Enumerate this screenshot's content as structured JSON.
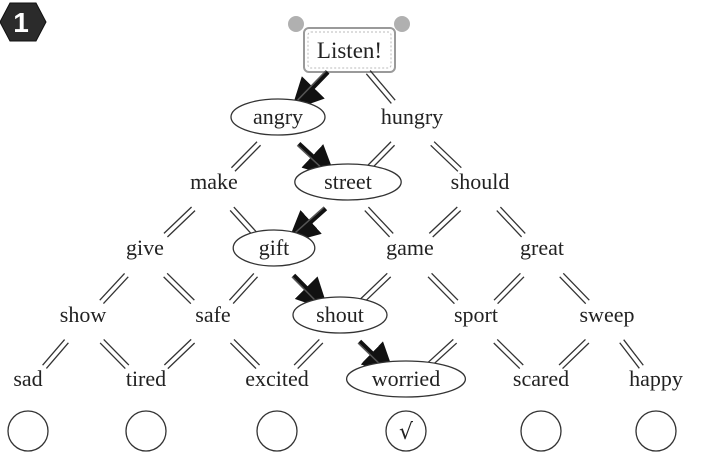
{
  "exercise": {
    "number": "1",
    "title": "Listen!"
  },
  "rows": [
    [
      "angry",
      "hungry"
    ],
    [
      "make",
      "street",
      "should"
    ],
    [
      "give",
      "gift",
      "game",
      "great"
    ],
    [
      "show",
      "safe",
      "shout",
      "sport",
      "sweep"
    ],
    [
      "sad",
      "tired",
      "excited",
      "worried",
      "scared",
      "happy"
    ]
  ],
  "path": [
    "angry",
    "street",
    "gift",
    "shout",
    "worried"
  ],
  "answers": [
    {
      "word": "sad",
      "mark": ""
    },
    {
      "word": "tired",
      "mark": ""
    },
    {
      "word": "excited",
      "mark": ""
    },
    {
      "word": "worried",
      "mark": "√"
    },
    {
      "word": "scared",
      "mark": ""
    },
    {
      "word": "happy",
      "mark": ""
    }
  ],
  "colors": {
    "ink": "#222222",
    "badge": "#2b2b2b",
    "title_frame": "#9a9a9a",
    "corner_dot": "#b0b0b0"
  }
}
